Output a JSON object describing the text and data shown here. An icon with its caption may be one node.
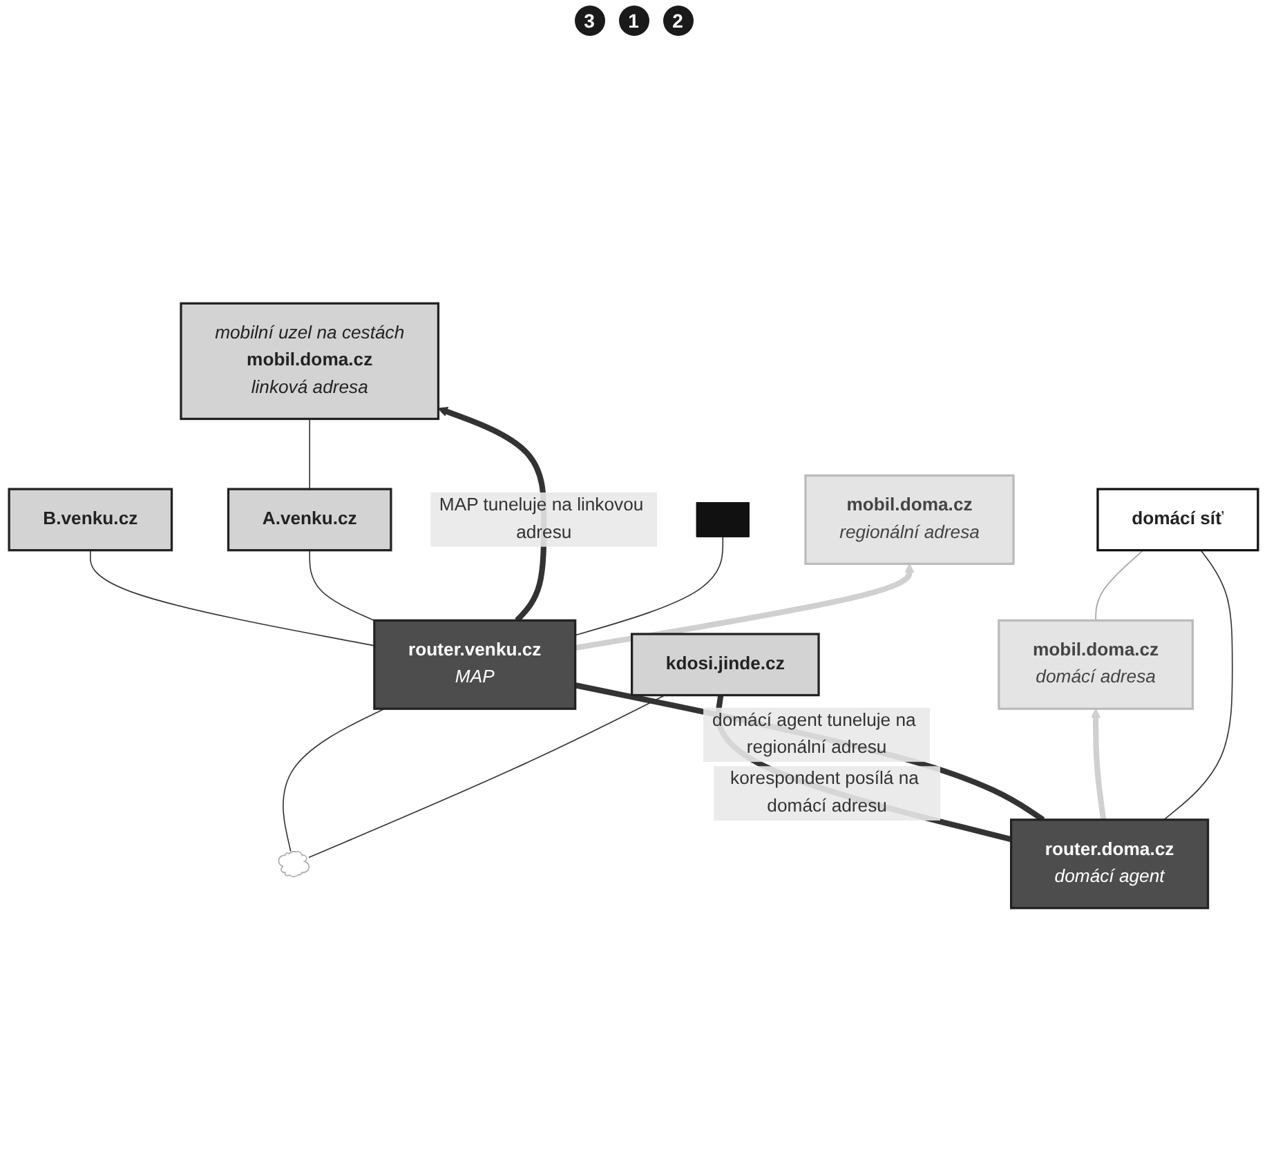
{
  "diagram": {
    "nodes": [
      {
        "text": [
          "mobilní uzel na cestách",
          "mobil.doma.cz",
          "linková adresa"
        ]
      },
      {
        "text": [
          "B.venku.cz"
        ]
      },
      {
        "text": [
          "A.venku.cz"
        ]
      },
      {
        "text": [
          "mobil.doma.cz",
          "regionální adresa"
        ]
      },
      {
        "text": [
          "router.venku.cz",
          "MAP"
        ]
      },
      {
        "text": [
          "kdosi.jinde.cz"
        ]
      },
      {
        "text": [
          "router.doma.cz",
          "domácí agent"
        ]
      },
      {
        "text": [
          "domácí síť"
        ]
      },
      {
        "text": [
          "mobil.doma.cz",
          "domácí adresa"
        ]
      },
      {
        "text": [],
        "shape": "bar"
      },
      {
        "text": [],
        "shape": "cloud"
      }
    ],
    "edges": [
      {
        "from": 2,
        "to": 0,
        "arrow": "none"
      },
      {
        "from": 4,
        "to": 1,
        "arrow": "none"
      },
      {
        "from": 4,
        "to": 2,
        "arrow": "none"
      },
      {
        "from": 4,
        "to": 0,
        "arrow": "to",
        "style": "thick",
        "label": "MAP tuneluje na linkovou adresu"
      },
      {
        "from": 4,
        "to": 9,
        "arrow": "none"
      },
      {
        "from": 4,
        "to": 3,
        "arrow": "to",
        "style": "thick",
        "color": "#d0d0d0"
      },
      {
        "from": 6,
        "to": 5,
        "arrow": "none",
        "style": "thick",
        "label": "korespondent posílá na domácí adresu"
      },
      {
        "from": 6,
        "to": 4,
        "arrow": "none",
        "style": "thick",
        "label": "domácí agent tuneluje na regionální adresu"
      },
      {
        "from": 10,
        "to": 4,
        "arrow": "none"
      },
      {
        "from": 10,
        "to": 5,
        "arrow": "none"
      },
      {
        "from": 7,
        "to": 6,
        "arrow": "none"
      },
      {
        "from": 6,
        "to": 8,
        "arrow": "to",
        "style": "thick",
        "color": "#d0d0d0"
      },
      {
        "from": 8,
        "to": 7,
        "arrow": "none",
        "color": "#a0a0a0"
      }
    ],
    "labels": [
      "3",
      "1",
      "2"
    ]
  }
}
